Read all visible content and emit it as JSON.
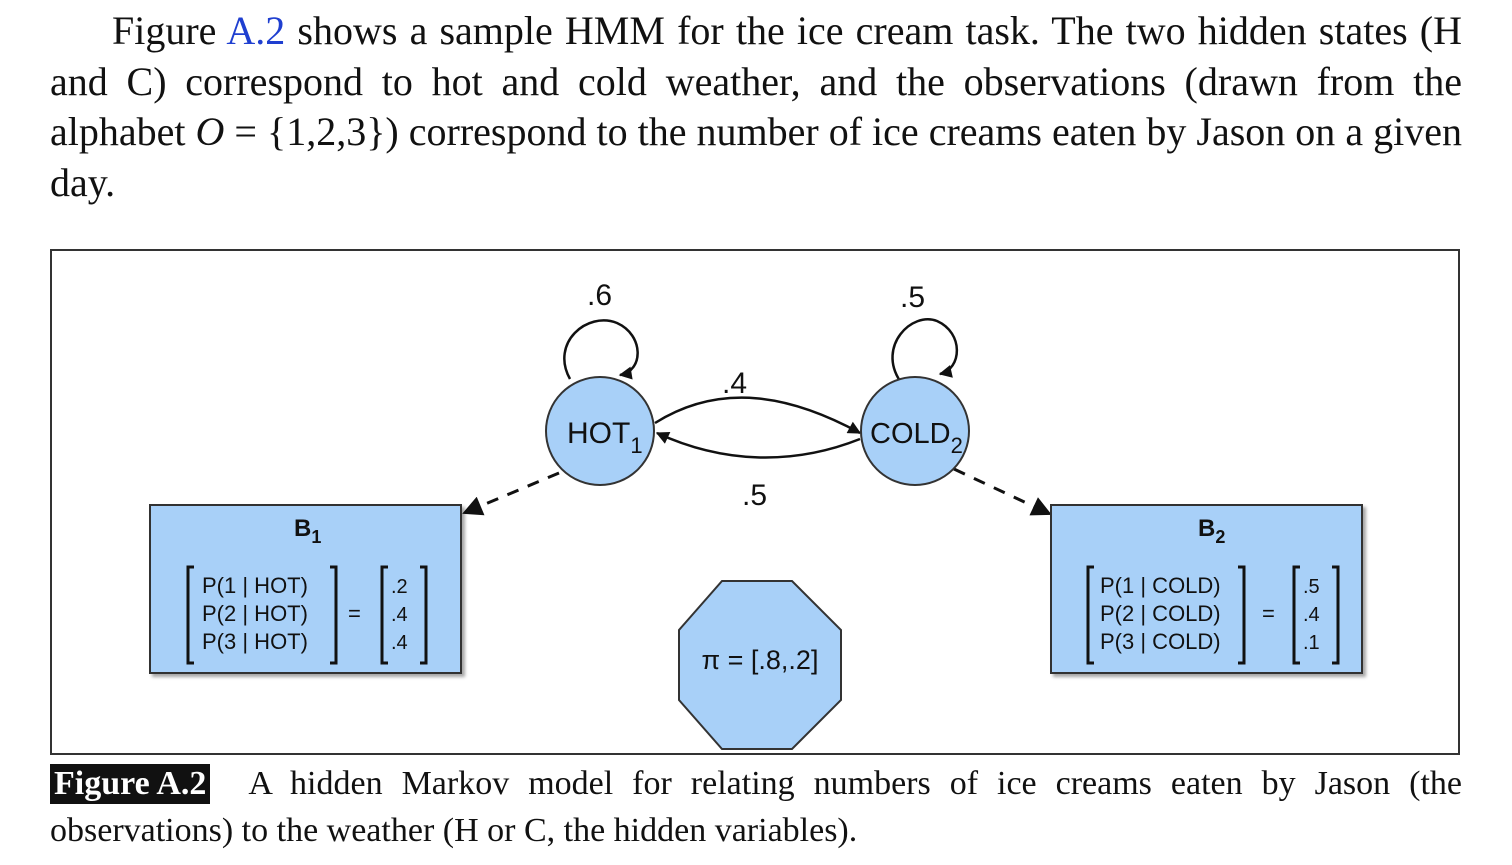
{
  "paragraph": {
    "t1": "Figure ",
    "ref": "A.2",
    "t2": " shows a sample HMM for the ice cream task. The two hidden states (H and C) correspond to hot and cold weather, and the observations (drawn from the alphabet ",
    "math_var": "O",
    "math_eq": " = {1,2,3}",
    "t3": ") correspond to the number of ice creams eaten by Jason on a given day."
  },
  "figure": {
    "states": {
      "hot": {
        "name": "HOT",
        "sub": "1"
      },
      "cold": {
        "name": "COLD",
        "sub": "2"
      }
    },
    "transitions": {
      "hot_hot": ".6",
      "cold_cold": ".5",
      "hot_cold": ".4",
      "cold_hot": ".5"
    },
    "emissions": {
      "b1": {
        "title": "B",
        "sub": "1",
        "rows": [
          "P(1 | HOT)",
          "P(2 | HOT)",
          "P(3 | HOT)"
        ],
        "eq": "=",
        "values": [
          ".2",
          ".4",
          ".4"
        ]
      },
      "b2": {
        "title": "B",
        "sub": "2",
        "rows": [
          "P(1 | COLD)",
          "P(2 | COLD)",
          "P(3 | COLD)"
        ],
        "eq": "=",
        "values": [
          ".5",
          ".4",
          ".1"
        ]
      }
    },
    "initial": "π = [.8,.2]",
    "colors": {
      "node_fill": "#a8d0f8",
      "stroke": "#333333"
    }
  },
  "caption": {
    "label": "Figure A.2",
    "text": "A hidden Markov model for relating numbers of ice creams eaten by Jason (the observations) to the weather (H or C, the hidden variables)."
  }
}
